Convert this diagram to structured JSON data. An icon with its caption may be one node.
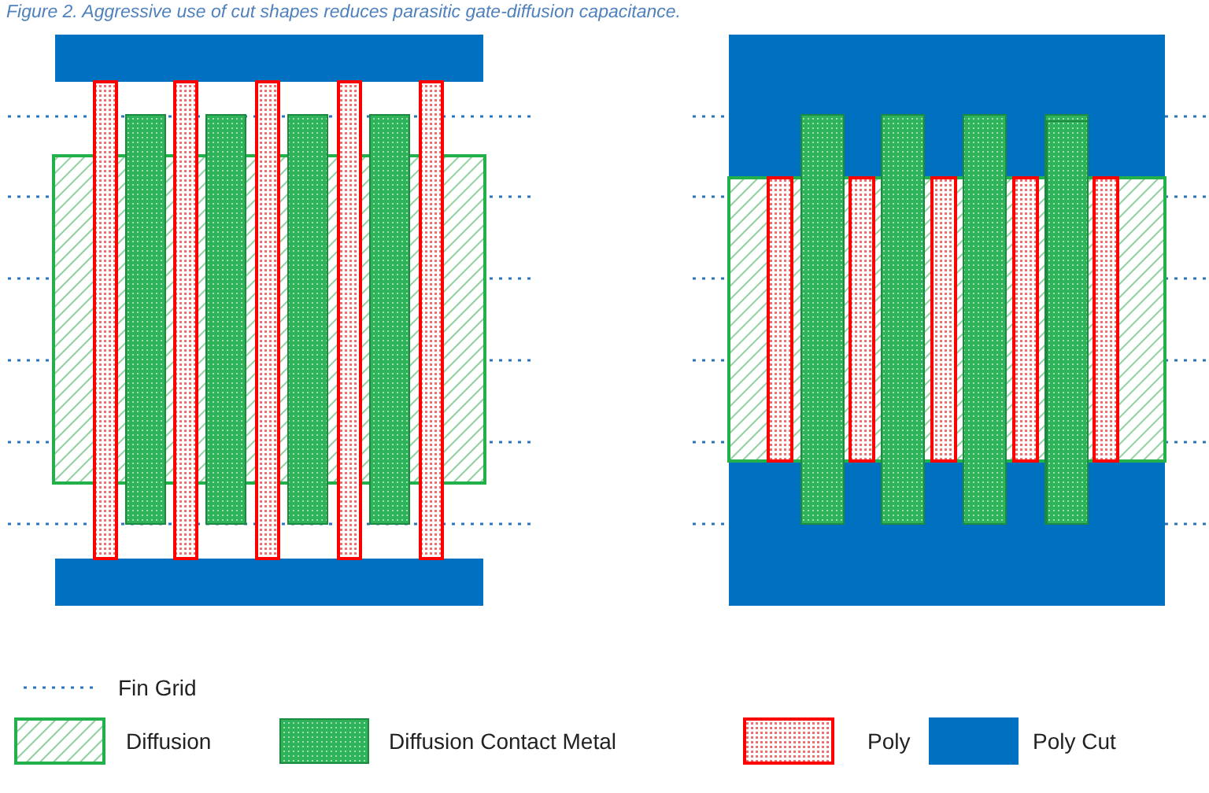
{
  "diagram": {
    "caption": "Figure 2.  Aggressive use of cut shapes reduces parasitic gate-diffusion capacitance.",
    "legend": [
      {
        "text": "Fin Grid"
      },
      {
        "text": "Diffusion"
      },
      {
        "text": "Diffusion Contact Metal"
      },
      {
        "text": "Poly"
      },
      {
        "text": "Poly Cut",
        "color": "#0070c0"
      }
    ]
  }
}
